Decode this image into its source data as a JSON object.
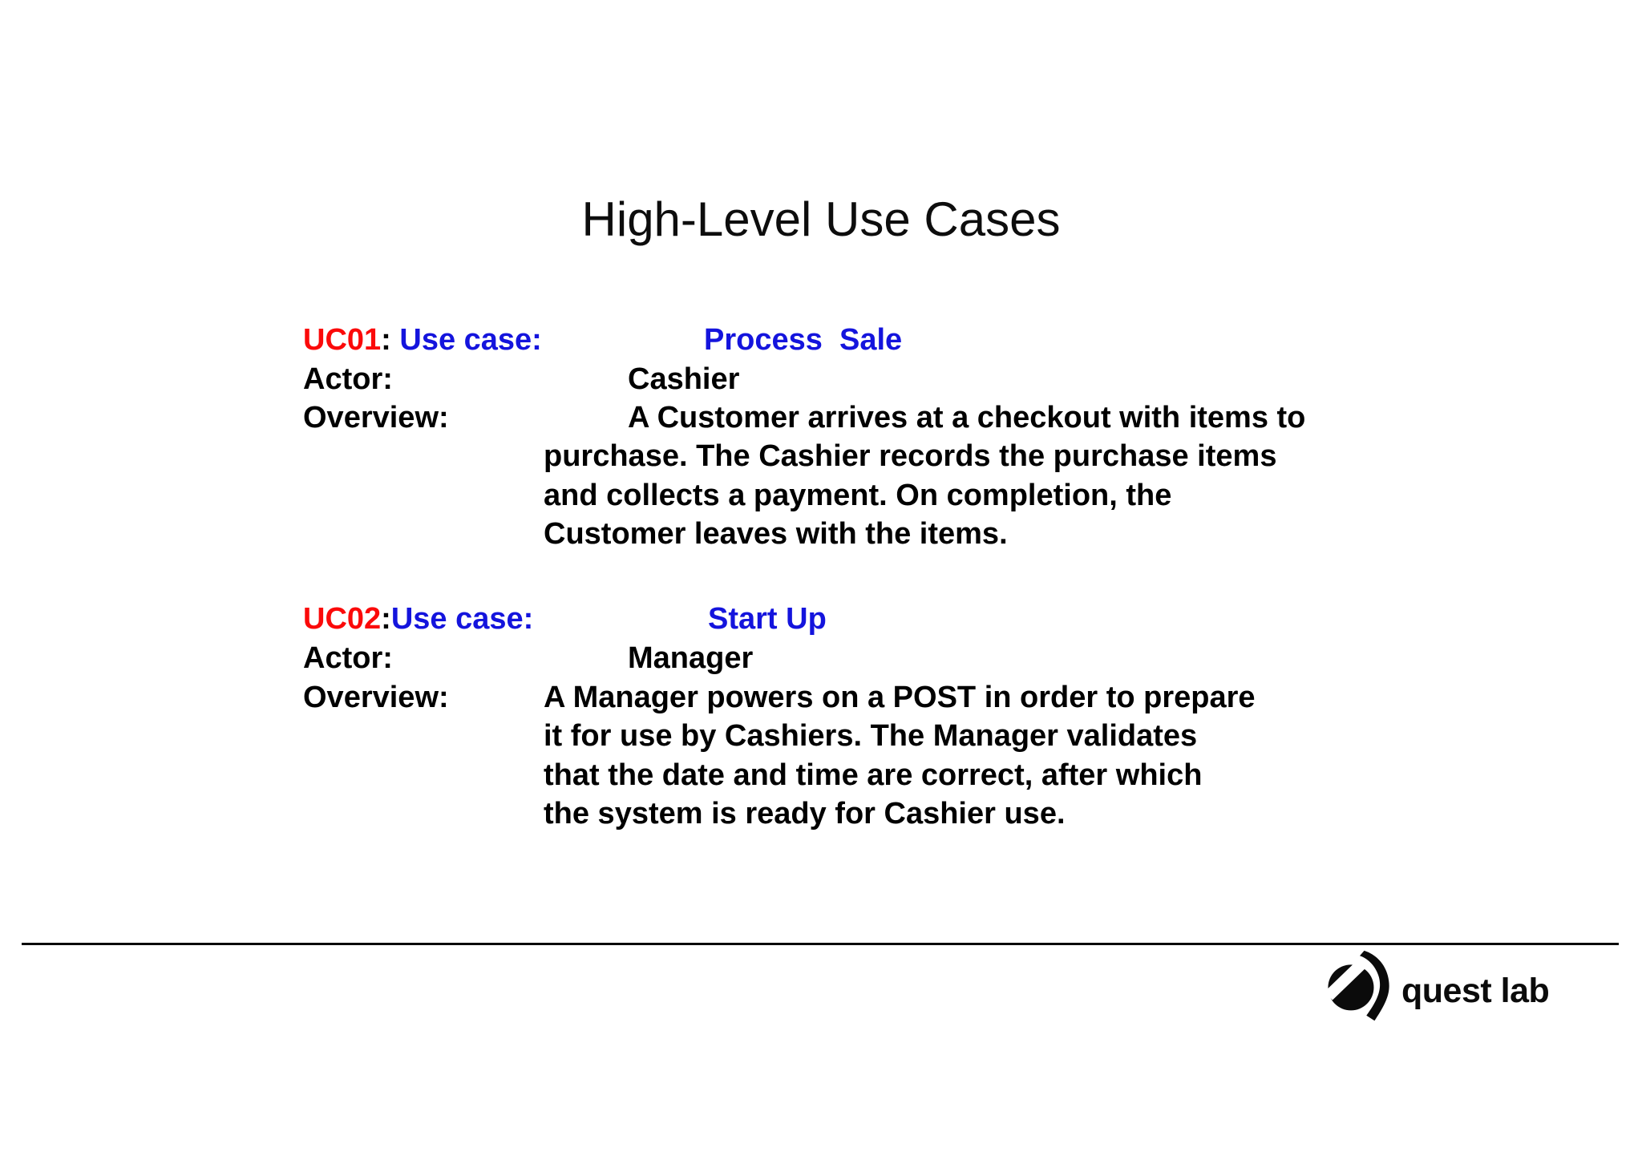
{
  "slide": {
    "title": "High-Level Use Cases"
  },
  "use_cases": [
    {
      "id": "UC01",
      "separator": ": ",
      "label": "Use case:",
      "name": "Process  Sale",
      "actor_label": "Actor:",
      "actor": "Cashier",
      "overview_label": "Overview:",
      "overview_line1": "A Customer arrives at a checkout with items to",
      "overview_line2": "purchase. The Cashier records the purchase items",
      "overview_line3": "and collects a payment. On completion, the",
      "overview_line4": "Customer leaves with the items."
    },
    {
      "id": "UC02",
      "separator": ":",
      "label": "Use case:",
      "name": "Start Up",
      "actor_label": "Actor:",
      "actor": "Manager",
      "overview_label": "Overview:",
      "overview_line1": "A Manager powers on a POST in order to prepare",
      "overview_line2": "it for use by Cashiers. The Manager validates",
      "overview_line3": "that the date and time are correct, after which",
      "overview_line4": "the system is ready for Cashier use."
    }
  ],
  "footer": {
    "logo_text": "quest lab",
    "logo_icon": "quest-sphere-icon"
  },
  "colors": {
    "uc_id_red": "#fb0a0a",
    "use_case_blue": "#1414dd",
    "text_black": "#000000"
  }
}
